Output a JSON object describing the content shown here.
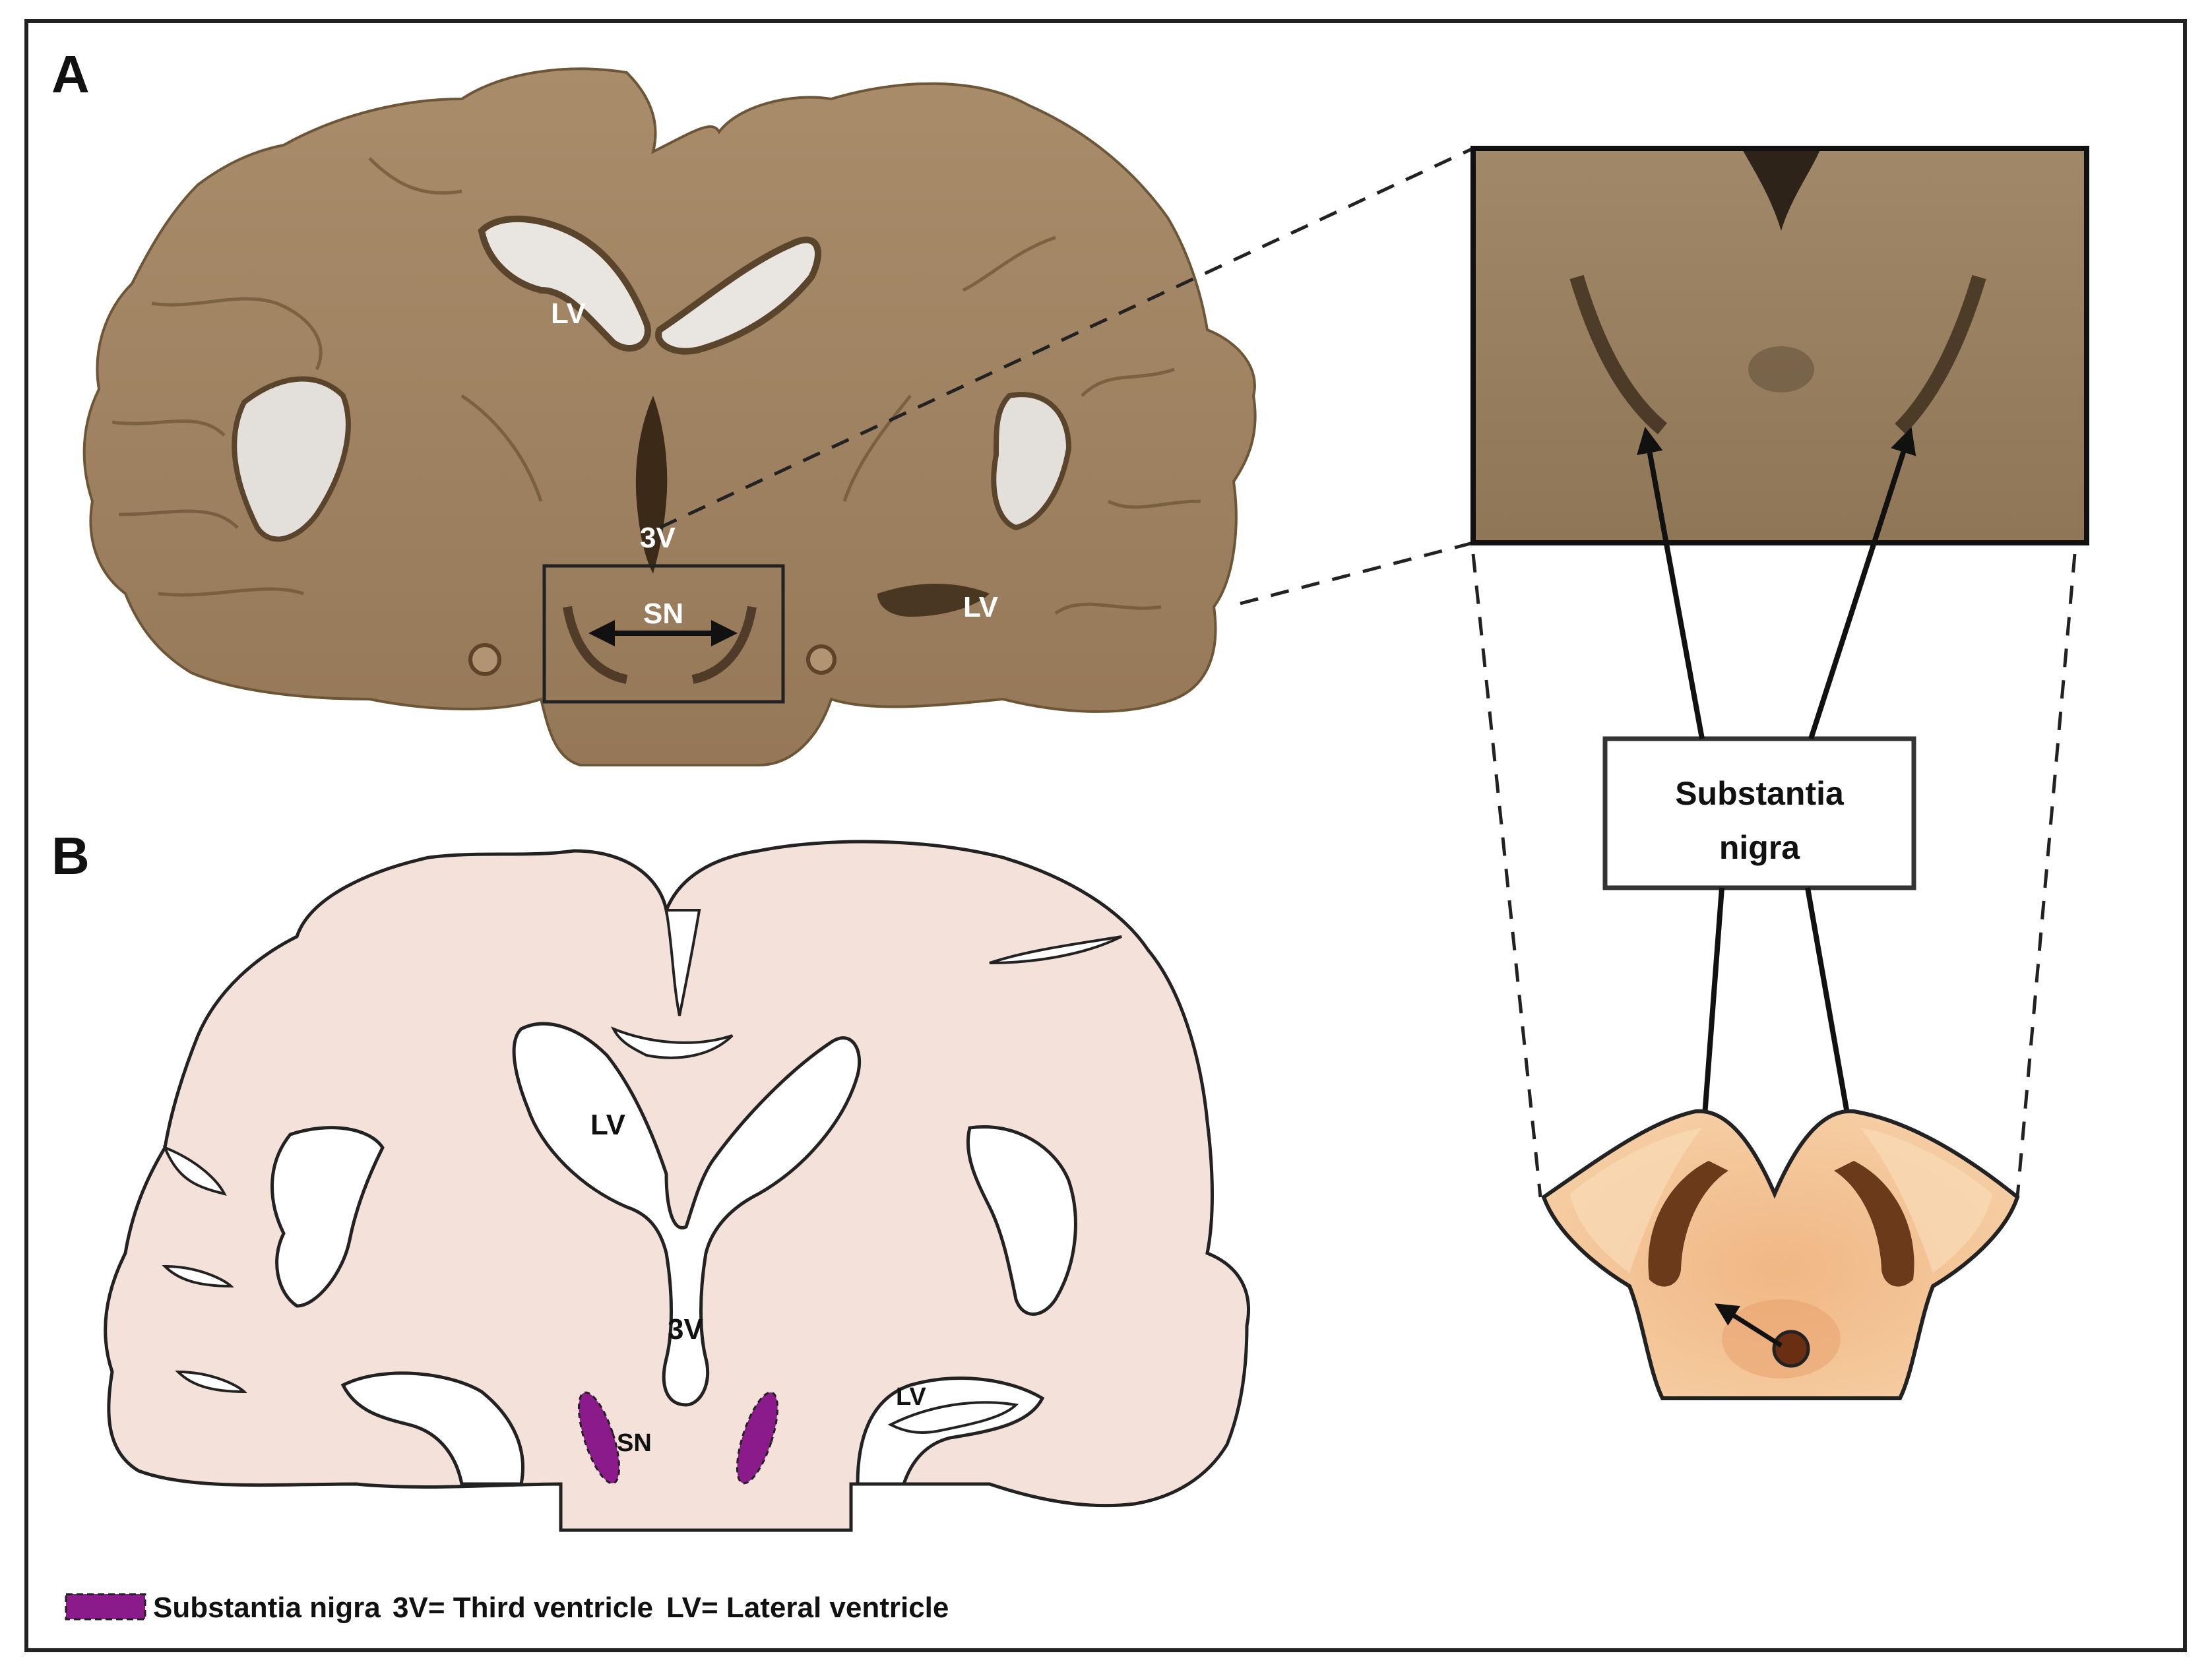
{
  "panels": {
    "a": {
      "letter": "A"
    },
    "b": {
      "letter": "B"
    }
  },
  "photo_labels": {
    "lv_left": "LV",
    "lv_right": "LV",
    "third_ventricle": "3V",
    "sn": "SN"
  },
  "callout": {
    "title_line1": "Substantia",
    "title_line2": "nigra"
  },
  "diagram_labels": {
    "lv_upper": "LV",
    "third_ventricle": "3V",
    "sn": "SN",
    "lv_lower": "LV"
  },
  "legend": {
    "substantia_nigra": "Substantia nigra",
    "third_ventricle": "3V= Third ventricle",
    "lateral_ventricle": "LV= Lateral ventricle"
  },
  "colors": {
    "tissue": "#a08462",
    "tissue_dark": "#7d6446",
    "diagram_fill": "#f4e2da",
    "sn_purple": "#8b1a8b",
    "midbrain_orange": "#f4c394",
    "sn_brown": "#6a3a1b"
  }
}
